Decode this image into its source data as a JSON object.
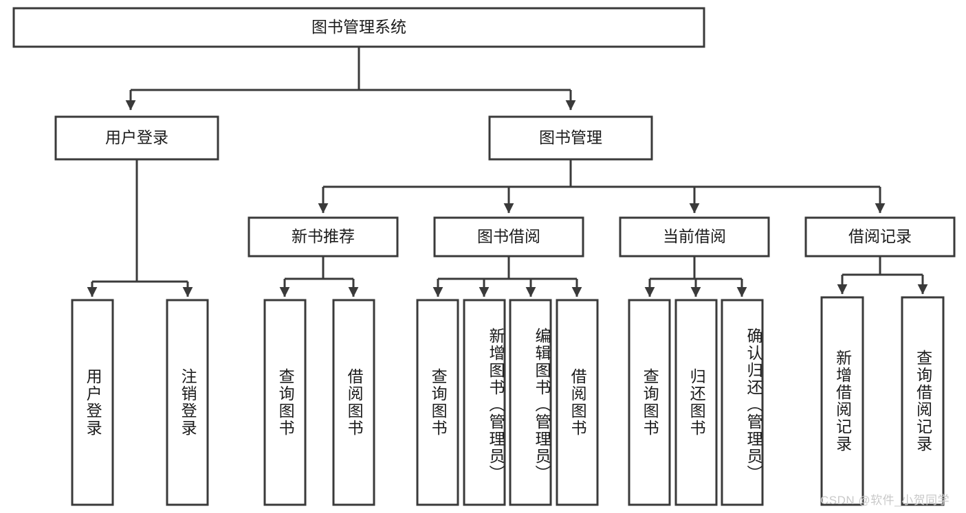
{
  "diagram": {
    "title": "图书管理系统",
    "type": "tree-hierarchy-chart",
    "root": {
      "label": "图书管理系统"
    },
    "level2": [
      {
        "label": "用户登录"
      },
      {
        "label": "图书管理"
      }
    ],
    "level3": [
      {
        "label": "新书推荐"
      },
      {
        "label": "图书借阅"
      },
      {
        "label": "当前借阅"
      },
      {
        "label": "借阅记录"
      }
    ],
    "leaves": {
      "user_login": [
        {
          "label": "用户登录"
        },
        {
          "label": "注销登录"
        }
      ],
      "new_book_recommend": [
        {
          "label": "查询图书"
        },
        {
          "label": "借阅图书"
        }
      ],
      "book_borrow": [
        {
          "label": "查询图书"
        },
        {
          "label": "新增图书（管理员）"
        },
        {
          "label": "编辑图书（管理员）"
        },
        {
          "label": "借阅图书"
        }
      ],
      "current_borrow": [
        {
          "label": "查询图书"
        },
        {
          "label": "归还图书"
        },
        {
          "label": "确认归还（管理员）"
        }
      ],
      "borrow_record": [
        {
          "label": "新增借阅记录"
        },
        {
          "label": "查询借阅记录"
        }
      ]
    }
  },
  "watermark": {
    "text": "CSDN @软件_小贺同学"
  },
  "colors": {
    "stroke": "#3a3a3a",
    "fill": "#ffffff",
    "text": "#1b1b1b",
    "watermark": "#c9c9c9"
  }
}
